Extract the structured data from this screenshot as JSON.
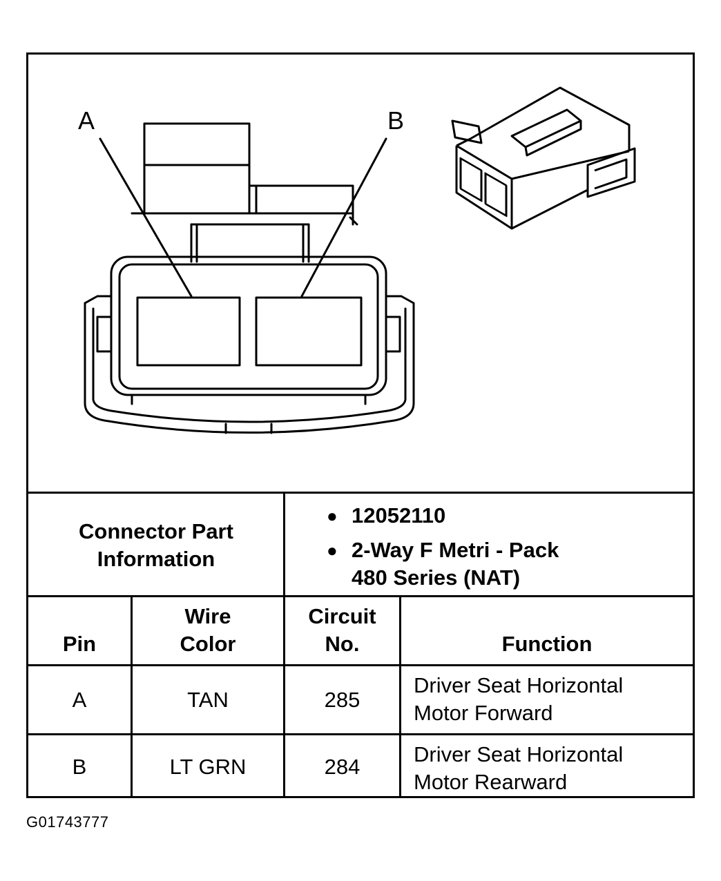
{
  "diagram": {
    "callouts": [
      "A",
      "B"
    ]
  },
  "connector_info": {
    "label_line1": "Connector Part",
    "label_line2": "Information",
    "bullets": [
      "12052110",
      "2-Way F Metri - Pack",
      "480 Series (NAT)"
    ]
  },
  "table": {
    "headers": {
      "pin": "Pin",
      "wire_color_line1": "Wire",
      "wire_color_line2": "Color",
      "circuit_line1": "Circuit",
      "circuit_line2": "No.",
      "function": "Function"
    },
    "rows": [
      {
        "pin": "A",
        "wire_color": "TAN",
        "circuit": "285",
        "function_line1": "Driver Seat Horizontal",
        "function_line2": "Motor Forward"
      },
      {
        "pin": "B",
        "wire_color": "LT GRN",
        "circuit": "284",
        "function_line1": "Driver Seat Horizontal",
        "function_line2": "Motor Rearward"
      }
    ]
  },
  "figure_id": "G01743777"
}
